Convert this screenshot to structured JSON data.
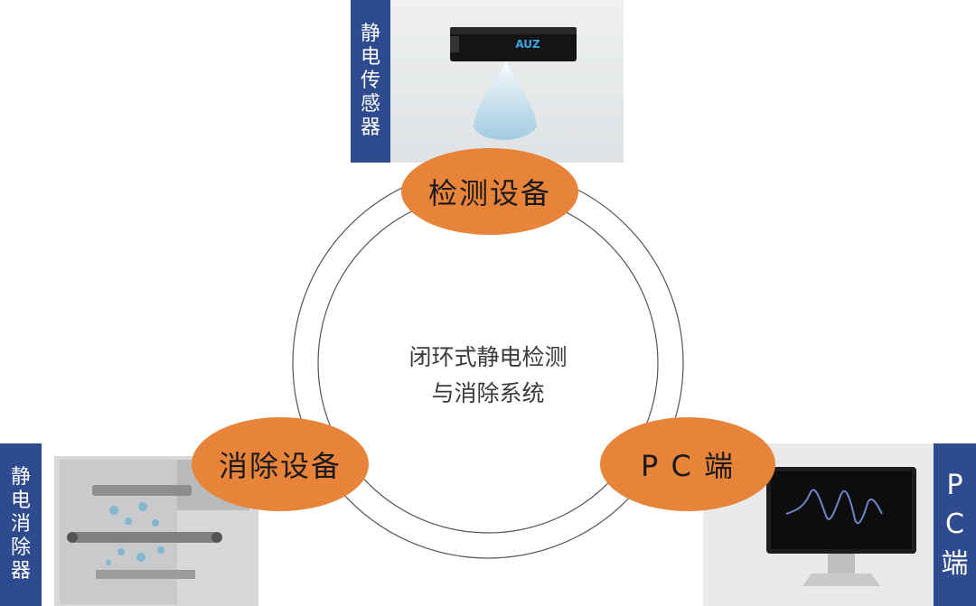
{
  "center": {
    "line1": "闭环式静电检测",
    "line2": "与消除系统"
  },
  "nodes": {
    "detect": {
      "label": "检测设备",
      "side_label": [
        "静",
        "电",
        "传",
        "感",
        "器"
      ],
      "device_brand": "AUZ"
    },
    "eliminate": {
      "label": "消除设备",
      "side_label": [
        "静",
        "电",
        "消",
        "除",
        "器"
      ]
    },
    "pc": {
      "label": "P C 端",
      "side_label": [
        "P",
        "C",
        "端"
      ]
    }
  },
  "colors": {
    "oval_fill": "#e8833a",
    "label_bar": "#2e4b8f",
    "ring_stroke": "#555555"
  }
}
